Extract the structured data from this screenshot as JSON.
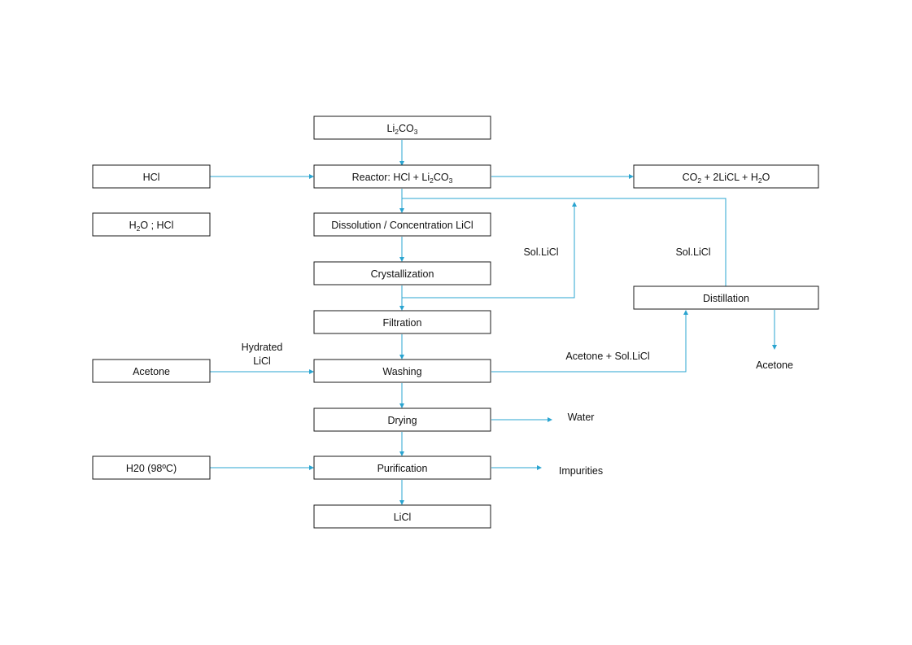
{
  "colors": {
    "flow": "#2aa4d0",
    "box_border": "#1a1a1a",
    "text": "#111111"
  },
  "boxes": {
    "li2co3": {
      "parts": [
        [
          "Li",
          ""
        ],
        [
          "2",
          "sub"
        ],
        [
          "CO",
          ""
        ],
        [
          "3",
          "sub"
        ]
      ]
    },
    "hcl": {
      "parts": [
        [
          "HCl",
          ""
        ]
      ]
    },
    "reactor": {
      "parts": [
        [
          "Reactor: HCl + Li",
          ""
        ],
        [
          "2",
          "sub"
        ],
        [
          "CO",
          ""
        ],
        [
          "3",
          "sub"
        ]
      ]
    },
    "products": {
      "parts": [
        [
          "CO",
          ""
        ],
        [
          "2",
          "sub"
        ],
        [
          " + 2LiCL + H",
          ""
        ],
        [
          "2",
          "sub"
        ],
        [
          "O",
          ""
        ]
      ]
    },
    "h2o_hcl": {
      "parts": [
        [
          "H",
          ""
        ],
        [
          "2",
          "sub"
        ],
        [
          "O ; HCl",
          ""
        ]
      ]
    },
    "dissolution": {
      "parts": [
        [
          "Dissolution / Concentration LiCl",
          ""
        ]
      ]
    },
    "crystallization": {
      "parts": [
        [
          "Crystallization",
          ""
        ]
      ]
    },
    "distillation": {
      "parts": [
        [
          "Distillation",
          ""
        ]
      ]
    },
    "filtration": {
      "parts": [
        [
          "Filtration",
          ""
        ]
      ]
    },
    "acetone_in": {
      "parts": [
        [
          "Acetone",
          ""
        ]
      ]
    },
    "washing": {
      "parts": [
        [
          "Washing",
          ""
        ]
      ]
    },
    "drying": {
      "parts": [
        [
          "Drying",
          ""
        ]
      ]
    },
    "h20_98": {
      "parts": [
        [
          "H20 (98ºC)",
          ""
        ]
      ]
    },
    "purification": {
      "parts": [
        [
          "Purification",
          ""
        ]
      ]
    },
    "licl": {
      "parts": [
        [
          "LiCl",
          ""
        ]
      ]
    }
  },
  "labels": {
    "sol_licl_left": "Sol.LiCl",
    "sol_licl_right": "Sol.LiCl",
    "hydrated": "Hydrated",
    "hydrated_licl": "LiCl",
    "acetone_sol_licl": "Acetone + Sol.LiCl",
    "acetone_out": "Acetone",
    "water": "Water",
    "impurities": "Impurities"
  }
}
